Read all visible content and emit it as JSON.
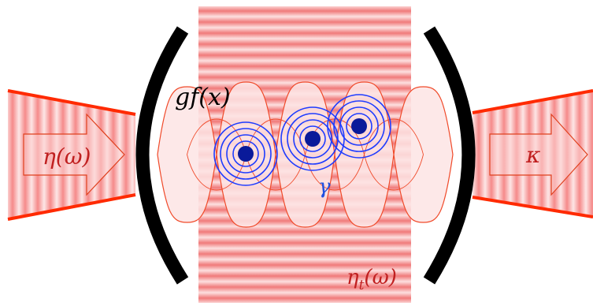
{
  "labels": {
    "coupling": "gf(x)",
    "pump": "η(ω)",
    "cavity_loss": "κ",
    "decay": "γ",
    "transverse_pump": "η_t(ω)"
  },
  "colors": {
    "stripe_dark": "#f28080",
    "stripe_light": "#fde6e6",
    "beam_edge": "#ff2a00",
    "mirror": "#000000",
    "mode_fill": "#fde4e4",
    "mode_stroke": "#f04a2a",
    "atom": "#0a1a9a",
    "atom_ring": "#1e3cff",
    "label_blue": "#2050e0",
    "label_red": "#c02020"
  },
  "atom_count": 3
}
